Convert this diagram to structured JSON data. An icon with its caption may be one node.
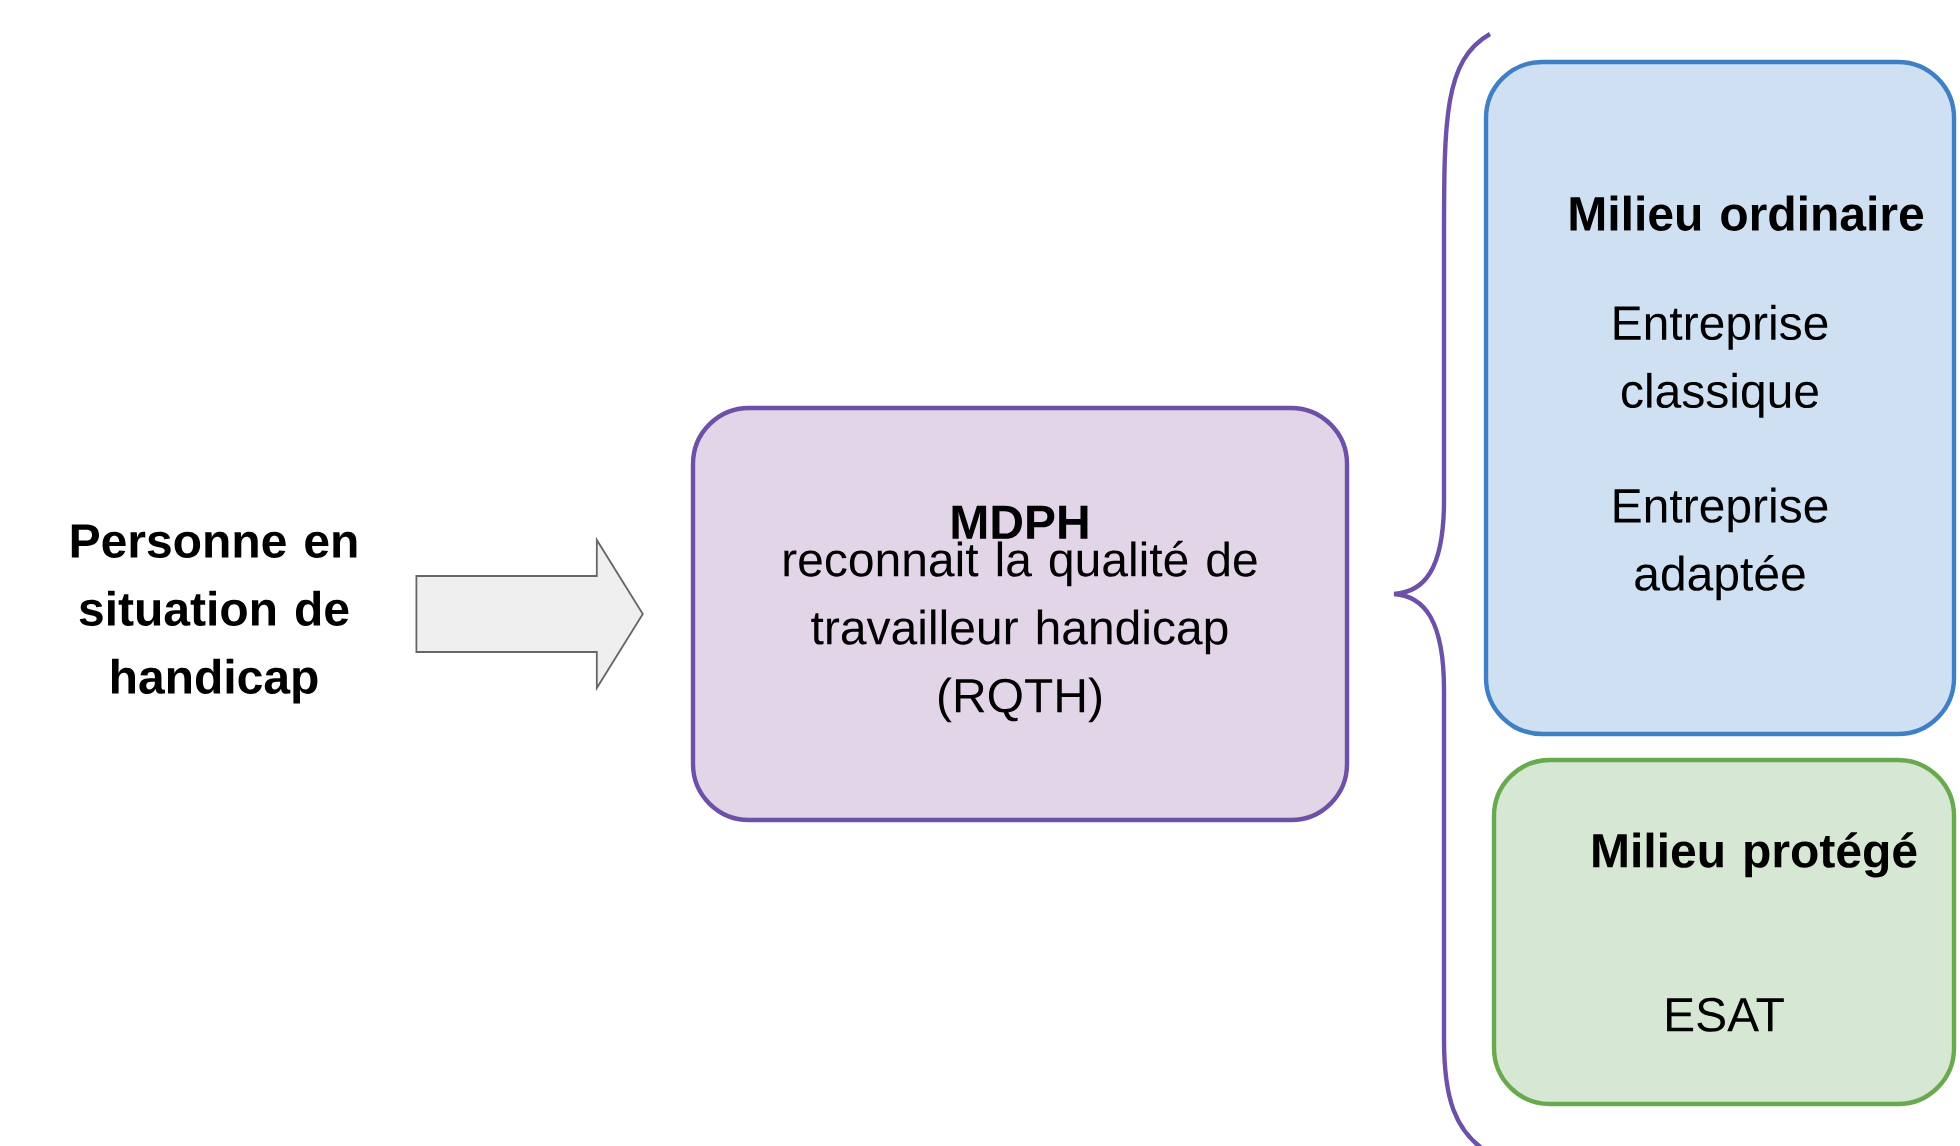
{
  "diagram": {
    "nodes": [
      {
        "text": [
          "Personne en situation de handicap"
        ]
      },
      {
        "text": [
          "MDPH",
          "reconnait la qualité de travailleur handicap (RQTH)"
        ]
      },
      {
        "text": [
          "Milieu ordinaire",
          "Entreprise classique",
          "Entreprise adaptée"
        ]
      },
      {
        "text": [
          "Milieu protégé",
          "ESAT"
        ]
      }
    ],
    "edges": [
      {
        "from": 0,
        "to": 1,
        "arrow": "to"
      }
    ]
  }
}
